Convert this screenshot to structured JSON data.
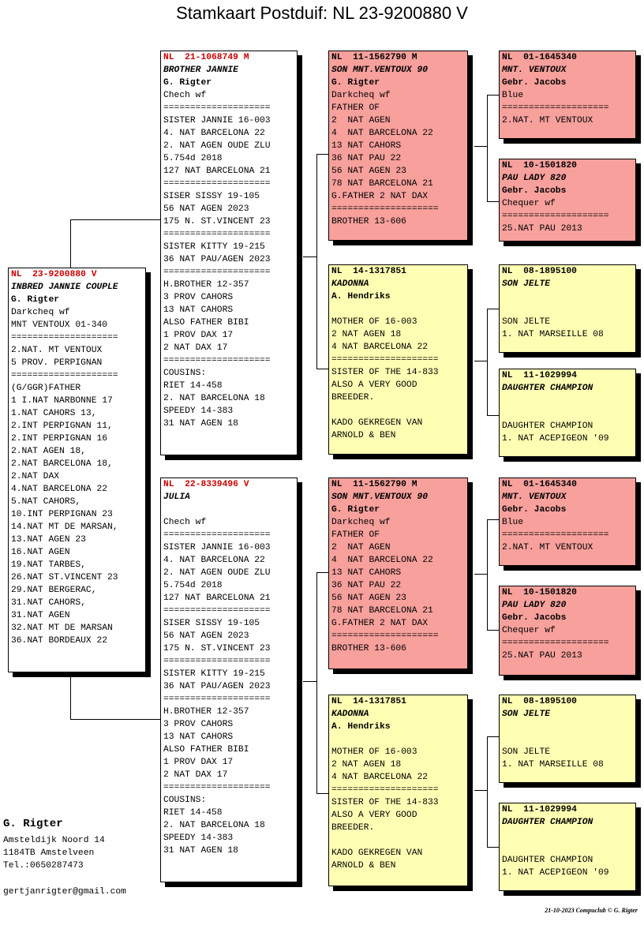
{
  "title": "Stamkaart Postduif: NL  23-9200880 V",
  "cards": {
    "main": {
      "lines": [
        {
          "t": "NL  23-9200880 V",
          "s": "red"
        },
        {
          "t": "INBRED JANNIE COUPLE",
          "s": "it"
        },
        {
          "t": "G. Rigter",
          "s": "b"
        },
        {
          "t": "Darkcheq wf"
        },
        {
          "t": "MNT VENTOUX 01-340"
        },
        {
          "t": "===================="
        },
        {
          "t": "2.NAT. MT VENTOUX"
        },
        {
          "t": "5 PROV. PERPIGNAN"
        },
        {
          "t": "===================="
        },
        {
          "t": "(G/GGR)FATHER"
        },
        {
          "t": "1 I.NAT NARBONNE 17"
        },
        {
          "t": "1.NAT CAHORS 13,"
        },
        {
          "t": "2.INT PERPIGNAN 11,"
        },
        {
          "t": "2.INT PERPIGNAN 16"
        },
        {
          "t": "2.NAT AGEN 18,"
        },
        {
          "t": "2.NAT BARCELONA 18,"
        },
        {
          "t": "2.NAT DAX"
        },
        {
          "t": "4.NAT BARCELONA 22"
        },
        {
          "t": "5.NAT CAHORS,"
        },
        {
          "t": "10.INT PERPIGNAN 23"
        },
        {
          "t": "14.NAT MT DE MARSAN,"
        },
        {
          "t": "13.NAT AGEN 23"
        },
        {
          "t": "16.NAT AGEN"
        },
        {
          "t": "19.NAT TARBES,"
        },
        {
          "t": "26.NAT ST.VINCENT 23"
        },
        {
          "t": "29.NAT BERGERAC,"
        },
        {
          "t": "31.NAT CAHORS,"
        },
        {
          "t": "31.NAT AGEN"
        },
        {
          "t": "32.NAT MT DE MARSAN"
        },
        {
          "t": "36.NAT BORDEAUX 22"
        }
      ]
    },
    "father": {
      "lines": [
        {
          "t": "NL  21-1068749 M",
          "s": "red"
        },
        {
          "t": "BROTHER JANNIE",
          "s": "it"
        },
        {
          "t": "G. Rigter",
          "s": "b"
        },
        {
          "t": "Chech wf"
        },
        {
          "t": "===================="
        },
        {
          "t": "SISTER JANNIE 16-003"
        },
        {
          "t": "4. NAT BARCELONA 22"
        },
        {
          "t": "2. NAT AGEN OUDE ZLU"
        },
        {
          "t": "5.754d 2018"
        },
        {
          "t": "127 NAT BARCELONA 21"
        },
        {
          "t": "===================="
        },
        {
          "t": "SISER SISSY 19-105"
        },
        {
          "t": "56 NAT AGEN 2023"
        },
        {
          "t": "175 N. ST.VINCENT 23"
        },
        {
          "t": "===================="
        },
        {
          "t": "SISTER KITTY 19-215"
        },
        {
          "t": "36 NAT PAU/AGEN 2023"
        },
        {
          "t": "===================="
        },
        {
          "t": "H.BROTHER 12-357"
        },
        {
          "t": "3 PROV CAHORS"
        },
        {
          "t": "13 NAT CAHORS"
        },
        {
          "t": "ALSO FATHER BIBI"
        },
        {
          "t": "1 PROV DAX 17"
        },
        {
          "t": "2 NAT DAX 17"
        },
        {
          "t": "===================="
        },
        {
          "t": "COUSINS:"
        },
        {
          "t": "RIET 14-458"
        },
        {
          "t": "2. NAT BARCELONA 18"
        },
        {
          "t": "SPEEDY 14-383"
        },
        {
          "t": "31 NAT AGEN 18"
        }
      ]
    },
    "mother": {
      "lines": [
        {
          "t": "NL  22-8339496 V",
          "s": "red"
        },
        {
          "t": "JULIA",
          "s": "it"
        },
        {
          "t": ""
        },
        {
          "t": "Chech wf"
        },
        {
          "t": "===================="
        },
        {
          "t": "SISTER JANNIE 16-003"
        },
        {
          "t": "4. NAT BARCELONA 22"
        },
        {
          "t": "2. NAT AGEN OUDE ZLU"
        },
        {
          "t": "5.754d 2018"
        },
        {
          "t": "127 NAT BARCELONA 21"
        },
        {
          "t": "===================="
        },
        {
          "t": "SISER SISSY 19-105"
        },
        {
          "t": "56 NAT AGEN 2023"
        },
        {
          "t": "175 N. ST.VINCENT 23"
        },
        {
          "t": "===================="
        },
        {
          "t": "SISTER KITTY 19-215"
        },
        {
          "t": "36 NAT PAU/AGEN 2023"
        },
        {
          "t": "===================="
        },
        {
          "t": "H.BROTHER 12-357"
        },
        {
          "t": "3 PROV CAHORS"
        },
        {
          "t": "13 NAT CAHORS"
        },
        {
          "t": "ALSO FATHER BIBI"
        },
        {
          "t": "1 PROV DAX 17"
        },
        {
          "t": "2 NAT DAX 17"
        },
        {
          "t": "===================="
        },
        {
          "t": "COUSINS:"
        },
        {
          "t": "RIET 14-458"
        },
        {
          "t": "2. NAT BARCELONA 18"
        },
        {
          "t": "SPEEDY 14-383"
        },
        {
          "t": "31 NAT AGEN 18"
        }
      ]
    },
    "ff": {
      "lines": [
        {
          "t": "NL  11-1562790 M",
          "s": "hdr"
        },
        {
          "t": "SON MNT.VENTOUX 90",
          "s": "it"
        },
        {
          "t": "G. Rigter",
          "s": "b"
        },
        {
          "t": "Darkcheq wf"
        },
        {
          "t": "FATHER OF"
        },
        {
          "t": "2  NAT AGEN"
        },
        {
          "t": "4  NAT BARCELONA 22"
        },
        {
          "t": "13 NAT CAHORS"
        },
        {
          "t": "36 NAT PAU 22"
        },
        {
          "t": "56 NAT AGEN 23"
        },
        {
          "t": "78 NAT BARCELONA 21"
        },
        {
          "t": "G.FATHER 2 NAT DAX"
        },
        {
          "t": "===================="
        },
        {
          "t": "BROTHER 13-606"
        }
      ]
    },
    "fm": {
      "lines": [
        {
          "t": "NL  14-1317851",
          "s": "hdr"
        },
        {
          "t": "KADONNA",
          "s": "it"
        },
        {
          "t": "A. Hendriks",
          "s": "b"
        },
        {
          "t": ""
        },
        {
          "t": "MOTHER OF 16-003"
        },
        {
          "t": "2 NAT AGEN 18"
        },
        {
          "t": "4 NAT BARCELONA 22"
        },
        {
          "t": "===================="
        },
        {
          "t": "SISTER OF THE 14-833"
        },
        {
          "t": "ALSO A VERY GOOD"
        },
        {
          "t": "BREEDER."
        },
        {
          "t": ""
        },
        {
          "t": "KADO GEKREGEN VAN"
        },
        {
          "t": "ARNOLD & BEN"
        }
      ]
    },
    "mf": {
      "lines": [
        {
          "t": "NL  11-1562790 M",
          "s": "hdr"
        },
        {
          "t": "SON MNT.VENTOUX 90",
          "s": "it"
        },
        {
          "t": "G. Rigter",
          "s": "b"
        },
        {
          "t": "Darkcheq wf"
        },
        {
          "t": "FATHER OF"
        },
        {
          "t": "2  NAT AGEN"
        },
        {
          "t": "4  NAT BARCELONA 22"
        },
        {
          "t": "13 NAT CAHORS"
        },
        {
          "t": "36 NAT PAU 22"
        },
        {
          "t": "56 NAT AGEN 23"
        },
        {
          "t": "78 NAT BARCELONA 21"
        },
        {
          "t": "G.FATHER 2 NAT DAX"
        },
        {
          "t": "===================="
        },
        {
          "t": "BROTHER 13-606"
        }
      ]
    },
    "mm": {
      "lines": [
        {
          "t": "NL  14-1317851",
          "s": "hdr"
        },
        {
          "t": "KADONNA",
          "s": "it"
        },
        {
          "t": "A. Hendriks",
          "s": "b"
        },
        {
          "t": ""
        },
        {
          "t": "MOTHER OF 16-003"
        },
        {
          "t": "2 NAT AGEN 18"
        },
        {
          "t": "4 NAT BARCELONA 22"
        },
        {
          "t": "===================="
        },
        {
          "t": "SISTER OF THE 14-833"
        },
        {
          "t": "ALSO A VERY GOOD"
        },
        {
          "t": "BREEDER."
        },
        {
          "t": ""
        },
        {
          "t": "KADO GEKREGEN VAN"
        },
        {
          "t": "ARNOLD & BEN"
        }
      ]
    },
    "fff": {
      "lines": [
        {
          "t": "NL  01-1645340",
          "s": "hdr"
        },
        {
          "t": "MNT. VENTOUX",
          "s": "it"
        },
        {
          "t": "Gebr. Jacobs",
          "s": "b"
        },
        {
          "t": "Blue"
        },
        {
          "t": "===================="
        },
        {
          "t": "2.NAT. MT VENTOUX"
        }
      ]
    },
    "ffm": {
      "lines": [
        {
          "t": "NL  10-1501820",
          "s": "hdr"
        },
        {
          "t": "PAU LADY 820",
          "s": "it"
        },
        {
          "t": "Gebr. Jacobs",
          "s": "b"
        },
        {
          "t": "Chequer wf"
        },
        {
          "t": "===================="
        },
        {
          "t": "25.NAT PAU 2013"
        }
      ]
    },
    "fmf": {
      "lines": [
        {
          "t": "NL  08-1895100",
          "s": "hdr"
        },
        {
          "t": "SON JELTE",
          "s": "it"
        },
        {
          "t": ""
        },
        {
          "t": ""
        },
        {
          "t": "SON JELTE"
        },
        {
          "t": "1. NAT MARSEILLE 08"
        }
      ]
    },
    "fmm": {
      "lines": [
        {
          "t": "NL  11-1029994",
          "s": "hdr"
        },
        {
          "t": "DAUGHTER CHAMPION",
          "s": "it"
        },
        {
          "t": ""
        },
        {
          "t": ""
        },
        {
          "t": "DAUGHTER CHAMPION"
        },
        {
          "t": "1. NAT ACEPIGEON '09"
        }
      ]
    },
    "mff": {
      "lines": [
        {
          "t": "NL  01-1645340",
          "s": "hdr"
        },
        {
          "t": "MNT. VENTOUX",
          "s": "it"
        },
        {
          "t": "Gebr. Jacobs",
          "s": "b"
        },
        {
          "t": "Blue"
        },
        {
          "t": "===================="
        },
        {
          "t": "2.NAT. MT VENTOUX"
        }
      ]
    },
    "mfm": {
      "lines": [
        {
          "t": "NL  10-1501820",
          "s": "hdr"
        },
        {
          "t": "PAU LADY 820",
          "s": "it"
        },
        {
          "t": "Gebr. Jacobs",
          "s": "b"
        },
        {
          "t": "Chequer wf"
        },
        {
          "t": "===================="
        },
        {
          "t": "25.NAT PAU 2013"
        }
      ]
    },
    "mmf": {
      "lines": [
        {
          "t": "NL  08-1895100",
          "s": "hdr"
        },
        {
          "t": "SON JELTE",
          "s": "it"
        },
        {
          "t": ""
        },
        {
          "t": ""
        },
        {
          "t": "SON JELTE"
        },
        {
          "t": "1. NAT MARSEILLE 08"
        }
      ]
    },
    "mmm": {
      "lines": [
        {
          "t": "NL  11-1029994",
          "s": "hdr"
        },
        {
          "t": "DAUGHTER CHAMPION",
          "s": "it"
        },
        {
          "t": ""
        },
        {
          "t": ""
        },
        {
          "t": "DAUGHTER CHAMPION"
        },
        {
          "t": "1. NAT ACEPIGEON '09"
        }
      ]
    }
  },
  "owner": {
    "name": "G. Rigter",
    "address1": "Amsteldijk Noord 14",
    "address2": "1184TB  Amstelveen",
    "phone": "Tel.:0650287473",
    "email": "gertjanrigter@gmail.com"
  },
  "footer": "21-10-2023    Compuclub © G. Rigter"
}
